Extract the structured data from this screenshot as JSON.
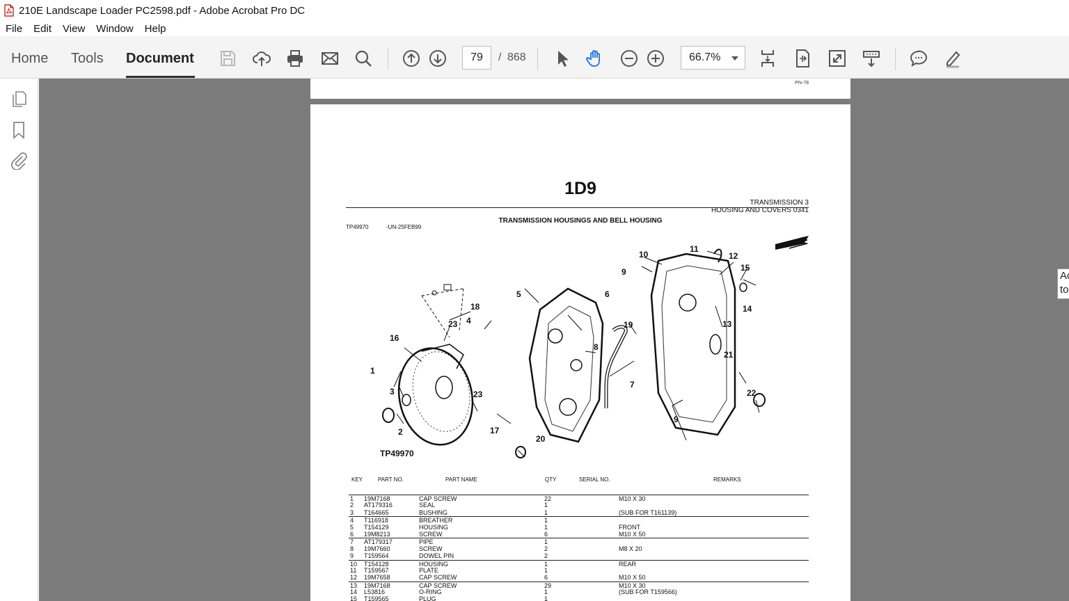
{
  "window": {
    "title": "210E Landscape Loader PC2598.pdf - Adobe Acrobat Pro DC"
  },
  "menu": [
    "File",
    "Edit",
    "View",
    "Window",
    "Help"
  ],
  "toolbar": {
    "tabs": [
      "Home",
      "Tools",
      "Document"
    ],
    "active_tab": "Document",
    "page_current": "79",
    "page_separator": "/",
    "page_total": "868",
    "zoom": "66.7%"
  },
  "edge_tooltip": "Ac to",
  "document": {
    "heading": "1D9",
    "header_line1": "TRANSMISSION     3",
    "header_line2": "HOUSING AND COVERS  0341",
    "section_title": "TRANSMISSION HOUSINGS AND BELL HOUSING",
    "figure_id": "TP49970",
    "figure_date": "-UN-25FEB99",
    "figure_label": "TP49970",
    "callouts": [
      "1",
      "2",
      "3",
      "4",
      "5",
      "6",
      "7",
      "8",
      "9",
      "10",
      "11",
      "12",
      "13",
      "14",
      "15",
      "16",
      "17",
      "18",
      "19",
      "20",
      "21",
      "22",
      "23"
    ],
    "prev_page_footer": "PN-78",
    "columns": [
      "KEY",
      "PART NO.",
      "PART NAME",
      "QTY",
      "SERIAL NO.",
      "REMARKS"
    ],
    "parts": [
      {
        "key": "1",
        "part": "19M7168",
        "name": "CAP SCREW",
        "qty": "22",
        "serial": "",
        "remarks": "M10 X 30",
        "group_start": true
      },
      {
        "key": "2",
        "part": "AT179316",
        "name": "SEAL",
        "qty": "1",
        "serial": "",
        "remarks": ""
      },
      {
        "key": "3",
        "part": "T164665",
        "name": "BUSHING",
        "qty": "1",
        "serial": "",
        "remarks": "(SUB FOR T161139)"
      },
      {
        "key": "4",
        "part": "T116918",
        "name": "BREATHER",
        "qty": "1",
        "serial": "",
        "remarks": "",
        "group_start": true
      },
      {
        "key": "5",
        "part": "T154129",
        "name": "HOUSING",
        "qty": "1",
        "serial": "",
        "remarks": "FRONT"
      },
      {
        "key": "6",
        "part": "19M8213",
        "name": "SCREW",
        "qty": "6",
        "serial": "",
        "remarks": "M10 X 50"
      },
      {
        "key": "7",
        "part": "AT179317",
        "name": "PIPE",
        "qty": "1",
        "serial": "",
        "remarks": "",
        "group_start": true
      },
      {
        "key": "8",
        "part": "19M7660",
        "name": "SCREW",
        "qty": "2",
        "serial": "",
        "remarks": "M8 X 20"
      },
      {
        "key": "9",
        "part": "T159564",
        "name": "DOWEL PIN",
        "qty": "2",
        "serial": "",
        "remarks": ""
      },
      {
        "key": "10",
        "part": "T154128",
        "name": "HOUSING",
        "qty": "1",
        "serial": "",
        "remarks": "REAR",
        "group_start": true
      },
      {
        "key": "11",
        "part": "T159567",
        "name": "PLATE",
        "qty": "1",
        "serial": "",
        "remarks": ""
      },
      {
        "key": "12",
        "part": "19M7658",
        "name": "CAP SCREW",
        "qty": "6",
        "serial": "",
        "remarks": "M10 X 50"
      },
      {
        "key": "13",
        "part": "19M7168",
        "name": "CAP SCREW",
        "qty": "29",
        "serial": "",
        "remarks": "M10 X 30",
        "group_start": true
      },
      {
        "key": "14",
        "part": "L53816",
        "name": "O-RING",
        "qty": "1",
        "serial": "",
        "remarks": "(SUB FOR T159566)"
      },
      {
        "key": "15",
        "part": "T159565",
        "name": "PLUG",
        "qty": "1",
        "serial": "",
        "remarks": ""
      }
    ]
  }
}
